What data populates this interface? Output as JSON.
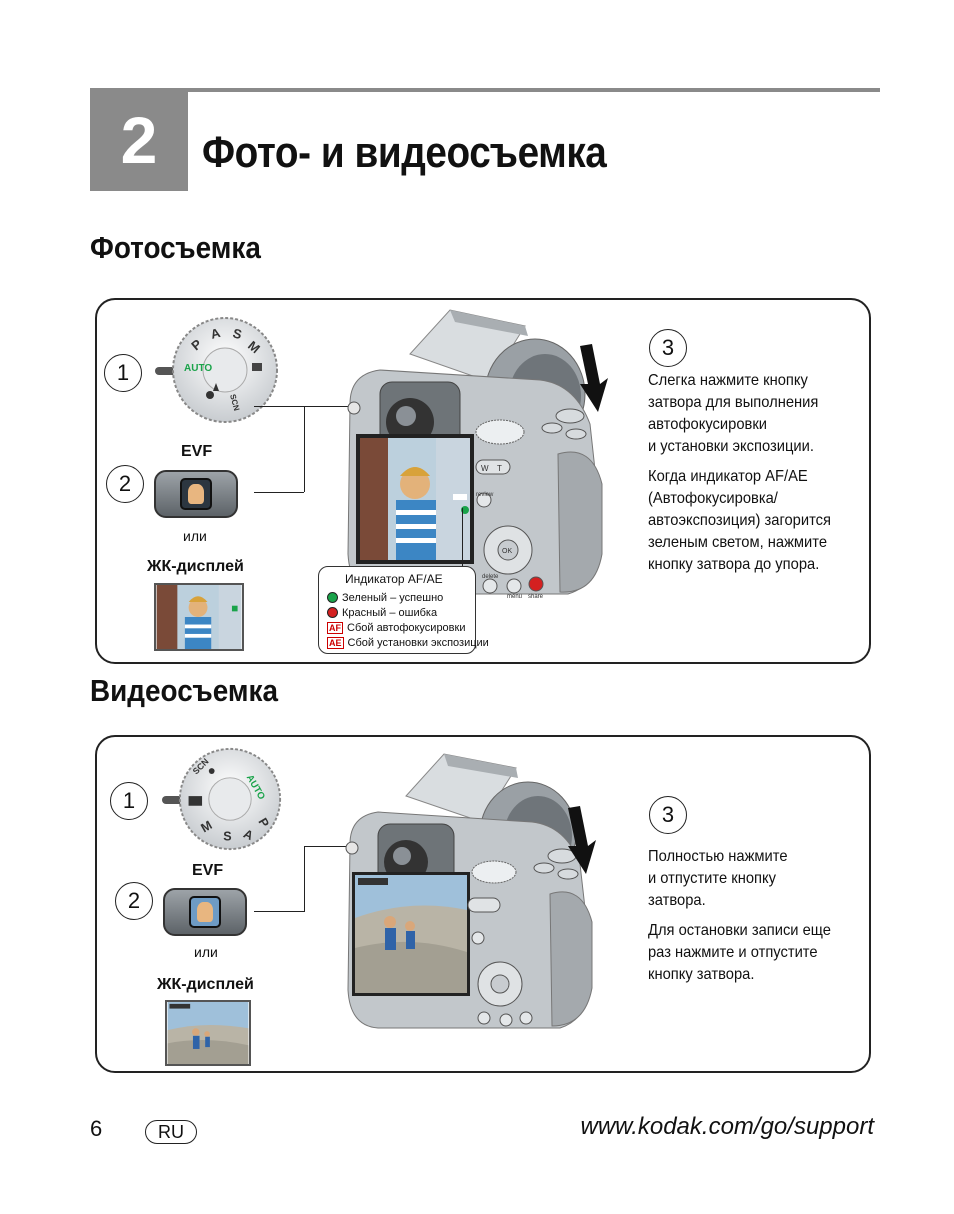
{
  "chapter": {
    "number": "2",
    "title": "Фото- и видеосъемка"
  },
  "photo_section": {
    "title": "Фотосъемка",
    "step1": "1",
    "step2": "2",
    "step3": "3",
    "evf_label": "EVF",
    "or_label": "или",
    "lcd_label": "ЖК-дисплей",
    "dial_labels": [
      "AUTO",
      "P",
      "A",
      "S",
      "M",
      "SCN"
    ],
    "step3_text": [
      [
        "Слегка нажмите кнопку",
        "затвора для выполнения",
        "автофокусировки",
        "и установки экспозиции."
      ],
      [
        "Когда индикатор AF/AE",
        "(Автофокусировка/",
        "автоэкспозиция) загорится",
        "зеленым светом, нажмите",
        "кнопку затвора до упора."
      ]
    ],
    "legend": {
      "title": "Индикатор AF/AE",
      "rows": [
        {
          "marker": "green",
          "text": "Зеленый – успешно"
        },
        {
          "marker": "red",
          "text": "Красный – ошибка"
        },
        {
          "marker": "AF",
          "text": "Сбой автофокусировки"
        },
        {
          "marker": "AE",
          "text": "Сбой установки экспозиции"
        }
      ]
    }
  },
  "video_section": {
    "title": "Видеосъемка",
    "step1": "1",
    "step2": "2",
    "step3": "3",
    "evf_label": "EVF",
    "or_label": "или",
    "lcd_label": "ЖК-дисплей",
    "step3_text": [
      [
        "Полностью нажмите",
        "и отпустите кнопку",
        "затвора."
      ],
      [
        "Для остановки записи еще",
        "раз нажмите и отпустите",
        "кнопку затвора."
      ]
    ]
  },
  "camera_labels": {
    "review": "review",
    "delete": "delete",
    "menu": "menu",
    "share": "share",
    "ok": "OK",
    "w": "W",
    "t": "T"
  },
  "colors": {
    "chapter_gray": "#8a8a8a",
    "green": "#1aa34a",
    "red": "#d42020",
    "camera_body": "#b9bec3"
  },
  "footer": {
    "page_number": "6",
    "lang": "RU",
    "url": "www.kodak.com/go/support"
  }
}
